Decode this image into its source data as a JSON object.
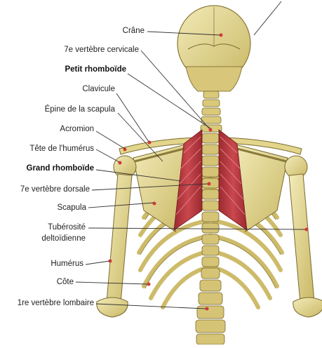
{
  "labels": {
    "crane": "Crâne",
    "vertebre_cervicale": "7e vertèbre cervicale",
    "petit_rhomboide": "Petit rhomboïde",
    "clavicule": "Clavicule",
    "epine_scapula": "Épine de la scapula",
    "acromion": "Acromion",
    "tete_humerus": "Tête de l'humérus",
    "grand_rhomboide": "Grand rhomboïde",
    "vertebre_dorsale": "7e vertèbre dorsale",
    "scapula": "Scapula",
    "tuberosite_1": "Tubérosité",
    "tuberosite_2": "deltoïdienne",
    "humerus": "Humérus",
    "cote": "Côte",
    "vertebre_lombaire": "1re vertèbre lombaire"
  },
  "colors": {
    "bone": "#e6da92",
    "bone_shadow": "#b9a85a",
    "muscle": "#b5333a",
    "leader": "#333333"
  }
}
